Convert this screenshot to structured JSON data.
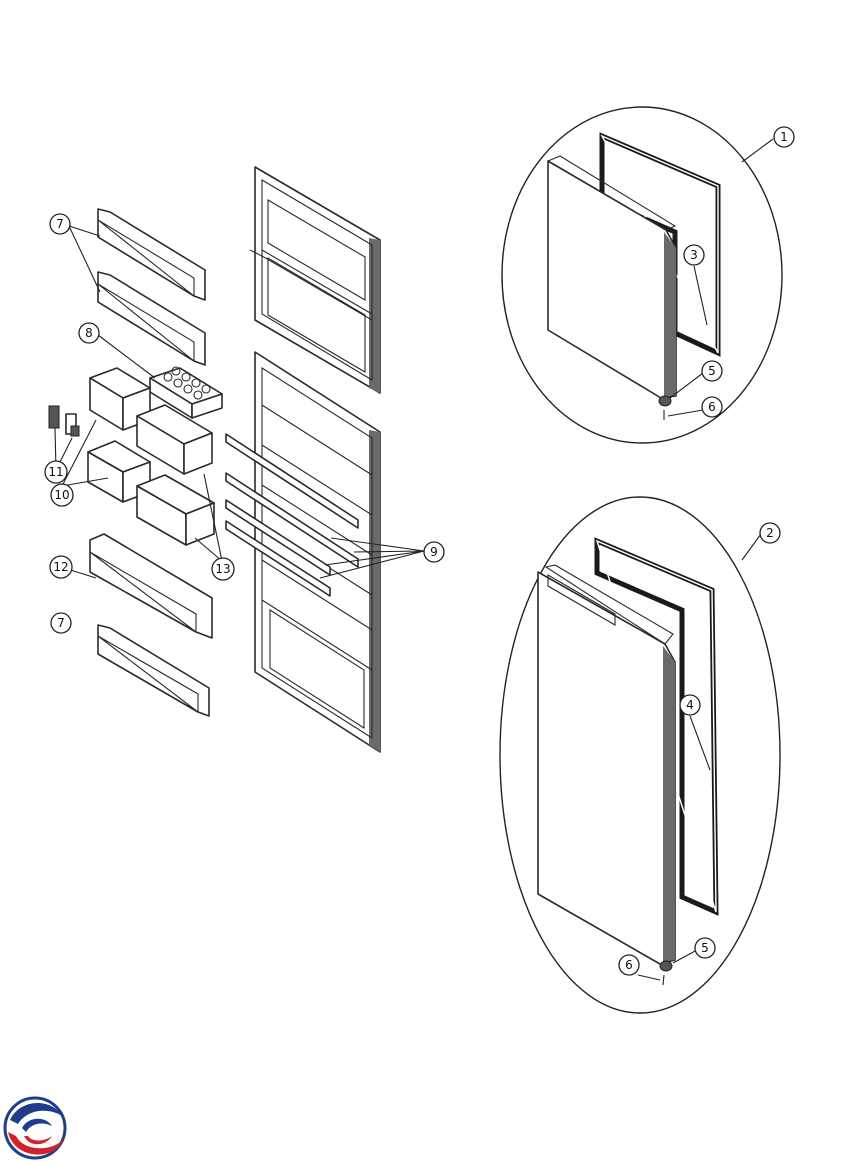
{
  "callouts": {
    "c1": "1",
    "c2": "2",
    "c3": "3",
    "c4": "4",
    "c5a": "5",
    "c5b": "5",
    "c6a": "6",
    "c6b": "6",
    "c7a": "7",
    "c7b": "7",
    "c8": "8",
    "c9": "9",
    "c10": "10",
    "c11": "11",
    "c12": "12",
    "c13": "13"
  },
  "logo": {
    "colors": [
      "#1f3d8a",
      "#d2232a"
    ],
    "icon": "brand-swirl-icon"
  }
}
